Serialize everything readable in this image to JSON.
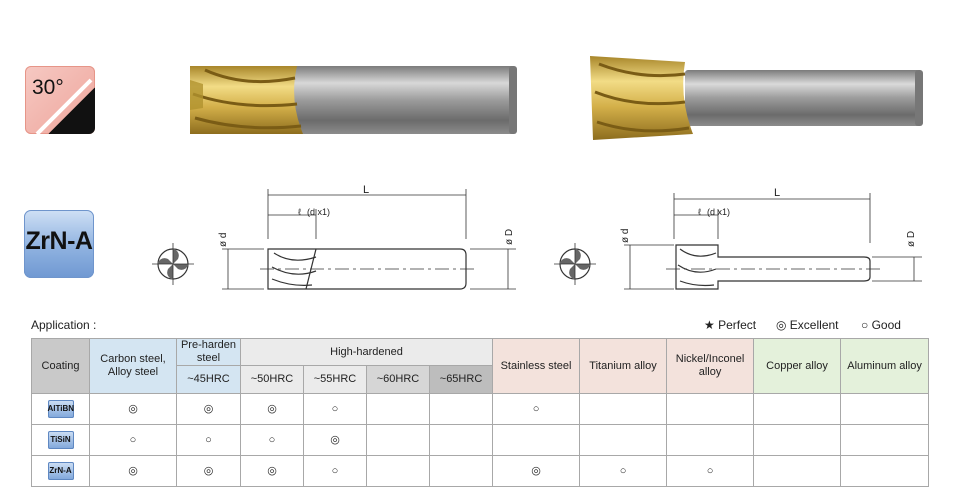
{
  "badges": {
    "angle": "30°",
    "coating": "ZrN-A"
  },
  "drawings": [
    {
      "length_label": "L",
      "flute_label": "(d x1)",
      "shank_label": "ø d",
      "diameter_label": "ø D"
    },
    {
      "length_label": "L",
      "flute_label": "(d x1)",
      "shank_label": "ø d",
      "diameter_label": "ø D"
    }
  ],
  "application_label": "Application :",
  "legend": {
    "perfect": "★ Perfect",
    "excellent": "◎ Excellent",
    "good": "○ Good"
  },
  "table": {
    "coating_header": "Coating",
    "headers": {
      "carbon_steel": "Carbon steel, Alloy steel",
      "pre_harden": "Pre-harden steel",
      "high_hardened": "High-hardened",
      "stainless": "Stainless steel",
      "titanium": "Titanium alloy",
      "nickel": "Nickel/Inconel alloy",
      "copper": "Copper alloy",
      "aluminum": "Aluminum alloy"
    },
    "subheaders": [
      "~45HRC",
      "~50HRC",
      "~55HRC",
      "~60HRC",
      "~65HRC"
    ],
    "rows": [
      {
        "coating": "AlTiBN",
        "cells": [
          "◎",
          "◎",
          "◎",
          "○",
          "",
          "",
          "○",
          "",
          "",
          "",
          ""
        ]
      },
      {
        "coating": "TiSiN",
        "cells": [
          "○",
          "○",
          "○",
          "◎",
          "",
          "",
          "",
          "",
          "",
          "",
          ""
        ]
      },
      {
        "coating": "ZrN-A",
        "cells": [
          "◎",
          "◎",
          "◎",
          "○",
          "",
          "",
          "◎",
          "○",
          "○",
          "",
          ""
        ]
      }
    ]
  },
  "colors": {
    "gold": "#d9b84c",
    "steel": "#9a9a9a",
    "badge_pink": "#eea49a",
    "badge_blue": "#8fb2e0",
    "header_gray": "#c9c9c9",
    "header_blue": "#d4e5f2",
    "header_pink": "#f3e2dc",
    "header_green": "#e4f1db"
  },
  "icons": [
    "angle-badge-icon",
    "coating-badge-icon",
    "end-mill-photo",
    "end-mill-cross-section-icon",
    "technical-drawing"
  ]
}
